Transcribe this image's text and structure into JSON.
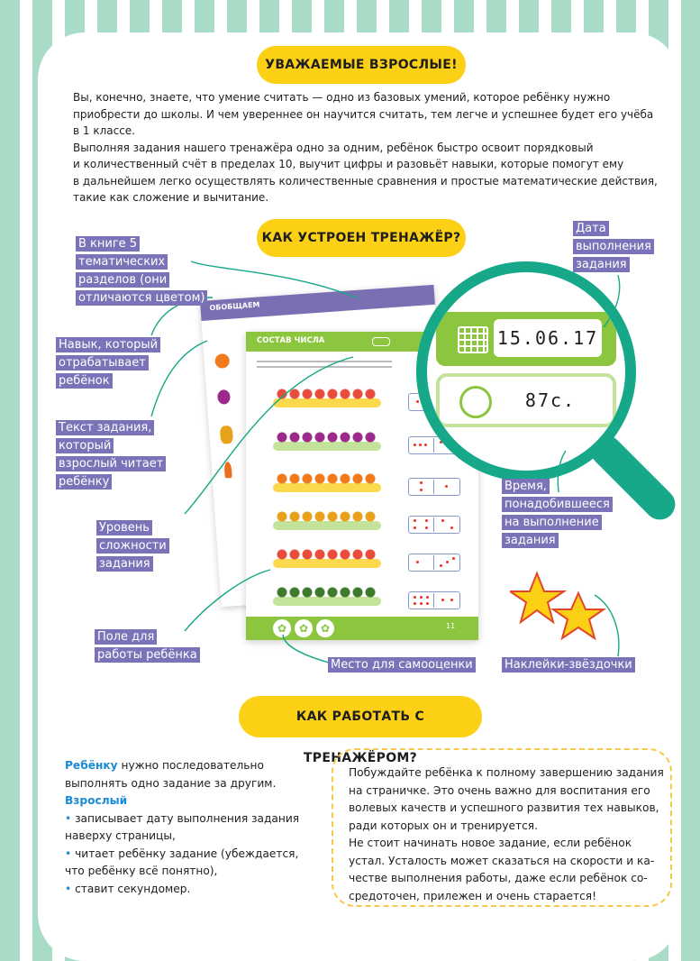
{
  "header1": "УВАЖАЕМЫЕ ВЗРОСЛЫЕ!",
  "intro_lines": [
    "Вы, конечно, знаете, что умение считать — одно из базовых умений, которое ребёнку нужно",
    "приобрести до школы. И чем увереннее он научится считать, тем легче и успешнее будет его учёба",
    "в 1 классе.",
    "Выполняя задания нашего тренажёра одно за одним, ребёнок быстро освоит порядковый",
    "и количественный счёт в пределах 10, выучит цифры и разовьёт навыки, которые помогут ему",
    "в дальнейшем легко осуществлять количественные сравнения и простые математические действия,",
    "такие как сложение и вычитание."
  ],
  "header2": "КАК УСТРОЕН ТРЕНАЖЁР?",
  "labels": {
    "sections": "В книге 5 тематических разделов (они отличаются цветом)",
    "skill": "Навык, который отрабатывает ребёнок",
    "task_text": "Текст задания, который взрослый читает ребёнку",
    "level": "Уровень сложности задания",
    "field": "Поле для работы ребёнка",
    "selfcheck": "Место для самооценки",
    "stickers": "Наклейки-звёздочки",
    "date": "Дата выполнения задания",
    "time": "Время, понадобившееся на выполнение задания"
  },
  "magnifier": {
    "date": "15.06.17",
    "time": "87с."
  },
  "sheet_back": {
    "title": "ОБОБЩАЕМ"
  },
  "sheet_front": {
    "title": "СОСТАВ ЧИСЛА",
    "page": "11"
  },
  "header3": "КАК РАБОТАТЬ С ТРЕНАЖЁРОМ?",
  "left_block": {
    "child_word": "Ребёнку",
    "child_rest": " нужно последовательно",
    "child_line2": "выполнять одно задание за другим.",
    "adult_word": "Взрослый",
    "bullets": [
      "записывает дату выполнения задания",
      "наверху страницы,",
      "читает ребёнку задание (убеждается,",
      "что ребёнку всё понятно),",
      "ставит секундомер."
    ]
  },
  "right_block": [
    "Побуждайте ребёнка к полному завершению задания",
    "на страничке. Это очень важно для воспитания его",
    "волевых качеств и успешного развития тех навыков,",
    "ради которых он и тренируется.",
    "Не стоит начинать новое задание, если ребёнок",
    "устал. Усталость может сказаться на скорости и ка-",
    "честве выполнения работы, даже если ребёнок со-",
    "средоточен, прилежен и очень старается!"
  ],
  "colors": {
    "accent": "#fcd015",
    "stripe": "#a8dcc6",
    "label_bg": "#7b73b8",
    "sheet_green": "#8cc63f",
    "magnifier": "#16a889"
  }
}
